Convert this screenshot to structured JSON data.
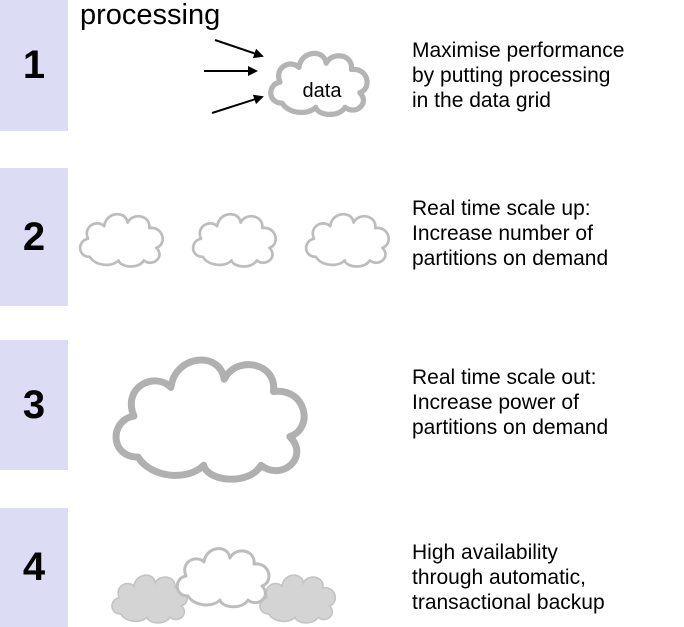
{
  "steps": [
    {
      "number": "1",
      "lines": [
        "Maximise performance",
        "by putting processing",
        "in the data grid"
      ]
    },
    {
      "number": "2",
      "lines": [
        "Real time scale up:",
        "Increase number of",
        "partitions on demand"
      ]
    },
    {
      "number": "3",
      "lines": [
        "Real time scale out:",
        "Increase power of",
        "partitions on demand"
      ]
    },
    {
      "number": "4",
      "lines": [
        "High availability",
        "through automatic,",
        "transactional backup"
      ]
    }
  ],
  "labels": {
    "processing": "processing",
    "data": "data"
  },
  "colors": {
    "number_box": "#dcdcf4",
    "cloud_outline": "#b4b4b4",
    "cloud_fill": "#d4d4d4"
  }
}
